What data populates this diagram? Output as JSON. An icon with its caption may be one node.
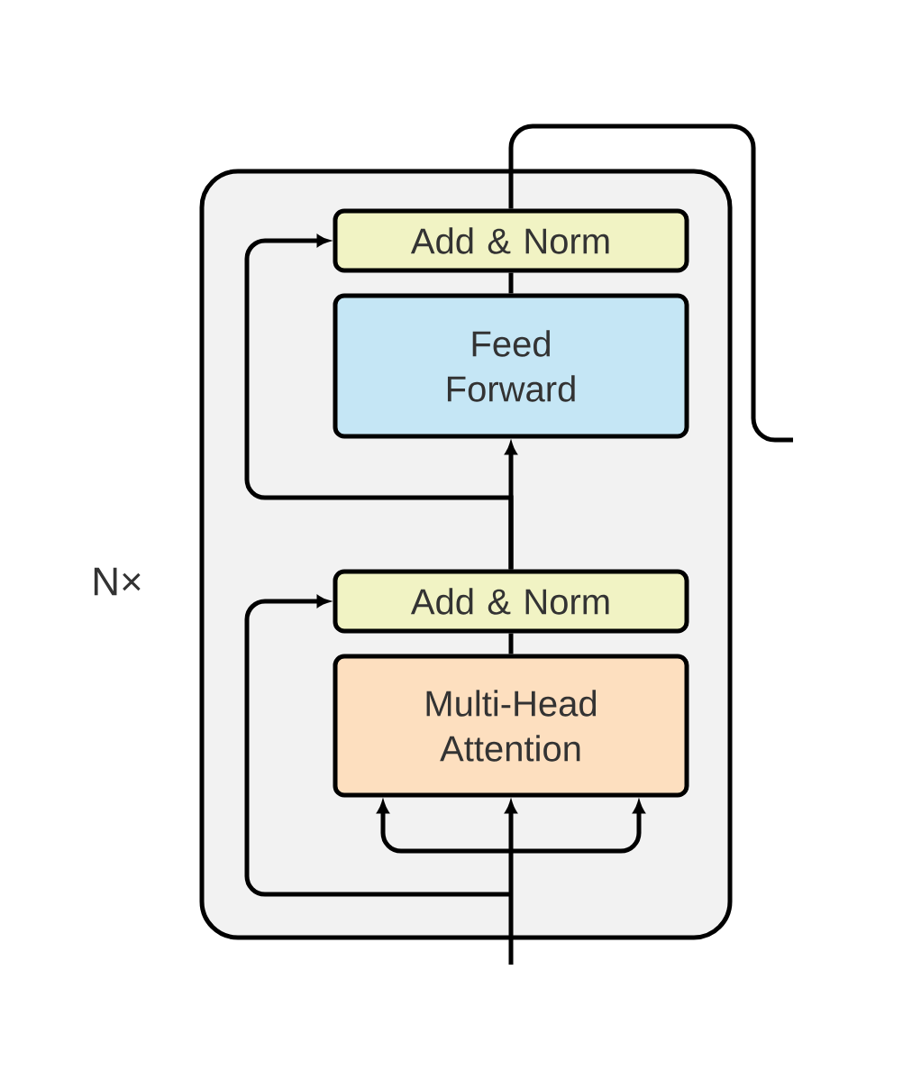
{
  "diagram": {
    "nodes": [
      {
        "text": [],
        "shape": "box",
        "beside": [
          "N×"
        ]
      },
      {
        "text": [
          "Add & Norm"
        ],
        "in": 0
      },
      {
        "text": [
          "Feed Forward"
        ],
        "in": 0
      },
      {
        "text": [
          "Add & Norm"
        ],
        "in": 0
      },
      {
        "text": [
          "Multi-Head Attention"
        ],
        "in": 0
      }
    ],
    "edges": [
      {
        "from": null,
        "to": 4,
        "arrow": "to"
      },
      {
        "from": null,
        "to": 4,
        "arrow": "to"
      },
      {
        "from": null,
        "to": 4,
        "arrow": "to"
      },
      {
        "from": null,
        "to": 3,
        "arrow": "to"
      },
      {
        "from": 4,
        "to": 3,
        "arrow": "none"
      },
      {
        "from": 3,
        "to": 2,
        "arrow": "to"
      },
      {
        "from": 3,
        "to": 1,
        "arrow": "to"
      },
      {
        "from": 2,
        "to": 1,
        "arrow": "none"
      },
      {
        "from": 1,
        "to": null,
        "arrow": "none"
      }
    ]
  }
}
